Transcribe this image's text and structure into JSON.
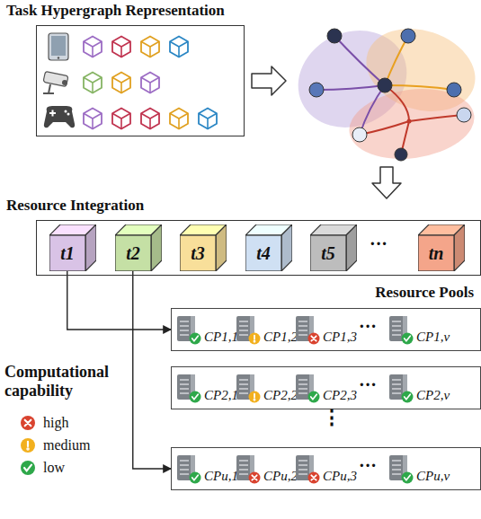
{
  "diagram": {
    "nodes": [
      {
        "text": [
          "Task Hypergraph Representation"
        ]
      },
      {
        "text": [
          "Resource Integration"
        ]
      },
      {
        "text": [
          "t1"
        ],
        "in": 1
      },
      {
        "text": [
          "t2"
        ],
        "in": 1
      },
      {
        "text": [
          "t3"
        ],
        "in": 1
      },
      {
        "text": [
          "t4"
        ],
        "in": 1
      },
      {
        "text": [
          "t5"
        ],
        "in": 1
      },
      {
        "text": [
          "tn"
        ],
        "in": 1
      },
      {
        "text": [
          "Resource Pools"
        ]
      },
      {
        "text": [],
        "in": 8
      },
      {
        "text": [
          "CP1,1"
        ],
        "in": 9
      },
      {
        "text": [
          "CP1,2"
        ],
        "in": 9
      },
      {
        "text": [
          "CP1,3"
        ],
        "in": 9
      },
      {
        "text": [
          "CP1,v"
        ],
        "in": 9
      },
      {
        "text": [],
        "in": 8
      },
      {
        "text": [
          "CP2,1"
        ],
        "in": 14
      },
      {
        "text": [
          "CP2,2"
        ],
        "in": 14
      },
      {
        "text": [
          "CP2,3"
        ],
        "in": 14
      },
      {
        "text": [
          "CP2,v"
        ],
        "in": 14
      },
      {
        "text": [],
        "in": 8
      },
      {
        "text": [
          "CPu,1"
        ],
        "in": 19
      },
      {
        "text": [
          "CPu,2"
        ],
        "in": 19
      },
      {
        "text": [
          "CPu,3"
        ],
        "in": 19
      },
      {
        "text": [
          "CPu,v"
        ],
        "in": 19
      }
    ],
    "edges": [
      {
        "from": 2,
        "to": 9,
        "arrow": "to"
      },
      {
        "from": 3,
        "to": 19,
        "arrow": "to"
      }
    ],
    "labels": [
      "···",
      "Computational capability",
      "···",
      "···",
      "⋮",
      "···"
    ],
    "legend": [
      {
        "text": "high"
      },
      {
        "text": "medium"
      },
      {
        "text": "low"
      }
    ]
  }
}
